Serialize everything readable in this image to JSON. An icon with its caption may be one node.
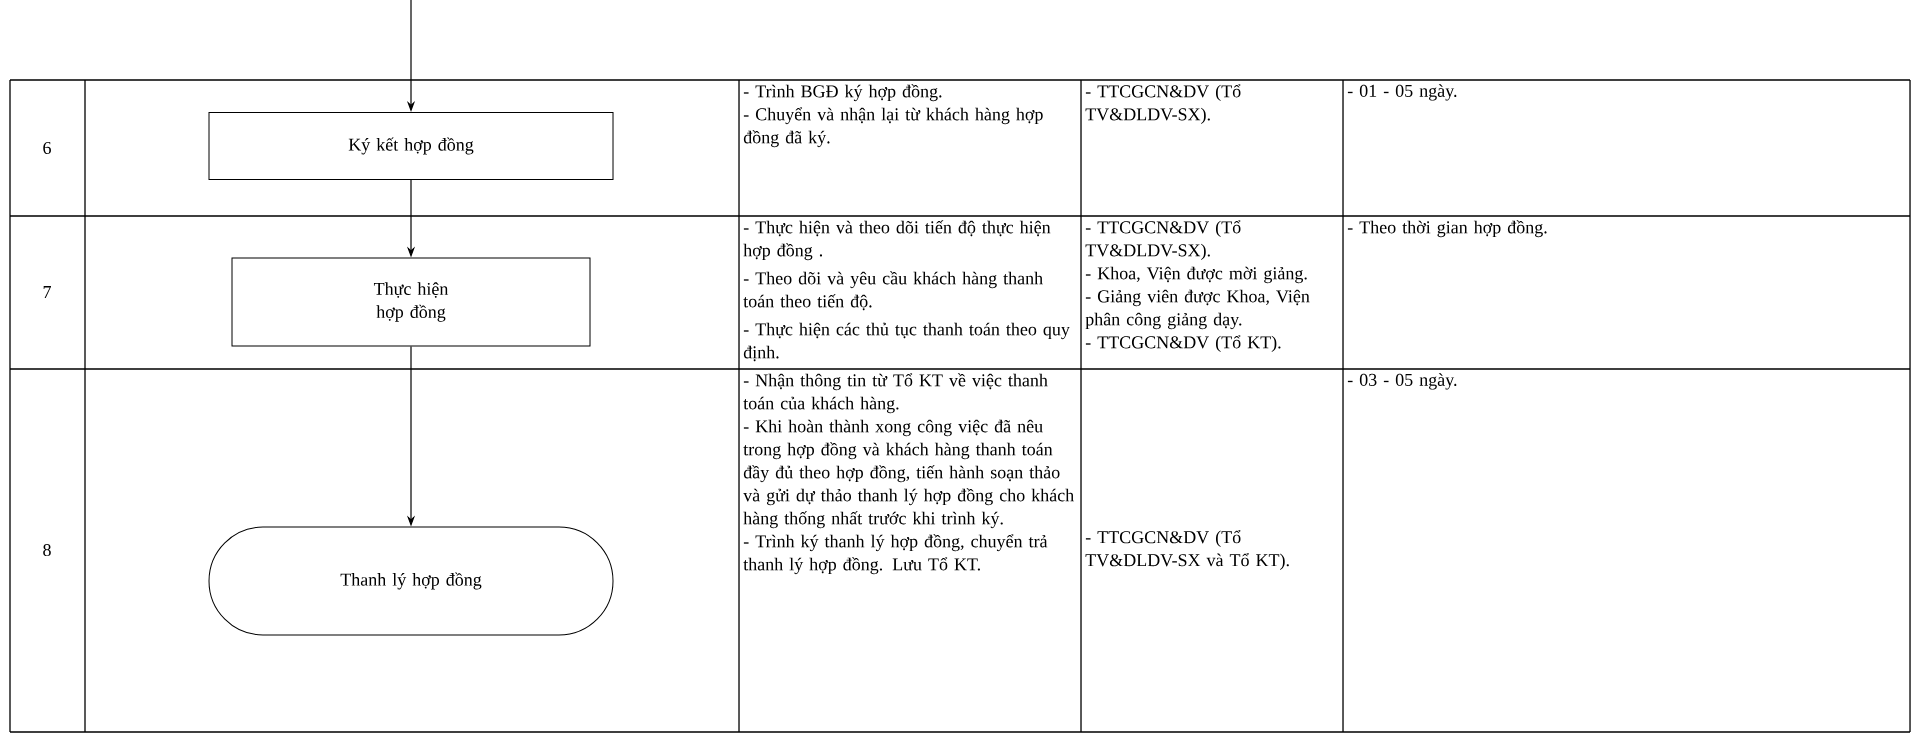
{
  "diagram": {
    "nodes": [
      {
        "text": [
          "Ký kết hợp đồng"
        ]
      },
      {
        "text": [
          "Thực hiện hợp đồng"
        ]
      },
      {
        "text": [
          "Thanh lý hợp đồng"
        ]
      }
    ],
    "edges": [
      {
        "from": null,
        "to": 0,
        "arrow": "to"
      },
      {
        "from": 0,
        "to": 1,
        "arrow": "to"
      },
      {
        "from": 1,
        "to": 2,
        "arrow": "to"
      }
    ],
    "labels": [
      "6",
      "- Trình BGĐ ký hợp đồng.",
      "- Chuyển và nhận lại từ khách hàng hợp đồng đã ký.",
      "- TTCGCN&DV (Tổ TV&DLDV-SX).",
      "- 01 - 05 ngày.",
      "7",
      "- Thực hiện và theo dõi tiến độ thực hiện hợp đồng .",
      "- Theo dõi và yêu cầu khách hàng thanh toán theo tiến độ.",
      "- Thực hiện các thủ tục thanh toán theo quy định.",
      "- TTCGCN&DV (Tổ TV&DLDV-SX).",
      "- Khoa, Viện được mời giảng.",
      "- Giảng viên được Khoa, Viện phân công giảng dạy.",
      "- TTCGCN&DV (Tổ KT).",
      "- Theo thời gian hợp đồng.",
      "8",
      "- Nhận thông tin từ Tổ KT về việc thanh toán của khách hàng.",
      "- Khi hoàn thành xong công việc đã nêu trong hợp đồng và khách hàng thanh toán đầy đủ theo hợp đồng, tiến hành soạn thảo và gửi dự thảo thanh lý hợp đồng cho khách hàng thống nhất trước khi trình ký.",
      "- Trình ký thanh lý hợp đồng, chuyển trả thanh lý hợp đồng. Lưu Tổ KT.",
      "- TTCGCN&DV (Tổ TV&DLDV-SX và Tổ KT).",
      "- 03 - 05 ngày."
    ]
  }
}
